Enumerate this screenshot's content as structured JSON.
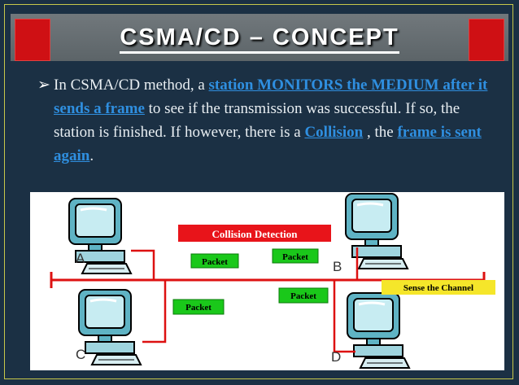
{
  "slide": {
    "title": "CSMA/CD – CONCEPT",
    "colors": {
      "accent": "#cf1014",
      "highlight": "#2f8fe0",
      "background": "#1b3044"
    }
  },
  "body": {
    "bullet": "➢",
    "segments": [
      {
        "text": "In CSMA/CD  method, a ",
        "hl": false
      },
      {
        "text": "station MONITORS the MEDIUM  after it sends a frame",
        "hl": true
      },
      {
        "text": " to see  if  the transmission was successful. If so, the  station is finished. If  however, there is a ",
        "hl": false
      },
      {
        "text": "Collision",
        "hl": true
      },
      {
        "text": " , the ",
        "hl": false
      },
      {
        "text": "frame is sent again",
        "hl": true
      },
      {
        "text": ".",
        "hl": false
      }
    ]
  },
  "diagram": {
    "collision_label": "Collision Detection",
    "sense_label": "Sense the Channel",
    "packet_label": "Packet",
    "stations": [
      "A",
      "B",
      "C",
      "D"
    ]
  }
}
